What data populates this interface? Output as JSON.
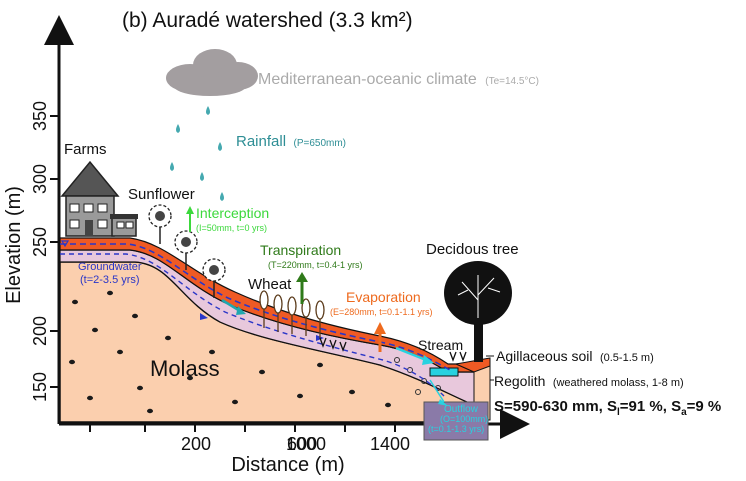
{
  "title": "(b) Auradé watershed (3.3 km²)",
  "axes": {
    "xlabel": "Distance (m)",
    "ylabel": "Elevation (m)",
    "x_ticks": [
      "200",
      "600",
      "1000",
      "1400"
    ],
    "y_ticks": [
      "150",
      "200",
      "250",
      "300",
      "350"
    ]
  },
  "climate": {
    "label": "Mediterranean-oceanic climate",
    "detail": "(Te=14.5°C)"
  },
  "rainfall": {
    "label": "Rainfall",
    "detail": "(P=650mm)"
  },
  "interception": {
    "label": "Interception",
    "detail": "(I=50mm, t=0 yrs)"
  },
  "transpiration": {
    "label": "Transpiration",
    "detail": "(T=220mm, t=0.4-1 yrs)"
  },
  "evaporation": {
    "label": "Evaporation",
    "detail": "(E=280mm, t=0.1-1.1 yrs)"
  },
  "groundwater": {
    "label": "Groundwater",
    "detail": "(t=2-3.5 yrs)"
  },
  "outflow": {
    "label": "Outflow",
    "detail1": "(O=100mm)",
    "detail2": "(t=0.1-1.3 yrs)"
  },
  "labels": {
    "farms": "Farms",
    "sunflower": "Sunflower",
    "wheat": "Wheat",
    "tree": "Decidous tree",
    "stream": "Stream",
    "molass": "Molass"
  },
  "layers": {
    "soil": "Agillaceous soil",
    "soil_detail": "(0.5-1.5 m)",
    "regolith": "Regolith",
    "regolith_detail": "(weathered molass, 1-8 m)"
  },
  "storage": {
    "s_text": "S=590-630 mm, S",
    "sl_sub": "l",
    "sl_text": "=91 %, S",
    "sa_sub": "a",
    "sa_text": "=9 %"
  },
  "colors": {
    "molass": "#fbcfae",
    "regolith": "#e8c8dc",
    "soil": "#ef5a24",
    "rain": "#45a9b0",
    "rainfall_text": "#2e8e95",
    "interception": "#3cd83c",
    "transpiration": "#2f7a1a",
    "evaporation": "#ee6a1e",
    "groundwater": "#2a36c8",
    "stream": "#28d2e0",
    "climate": "#aaaaaa"
  }
}
